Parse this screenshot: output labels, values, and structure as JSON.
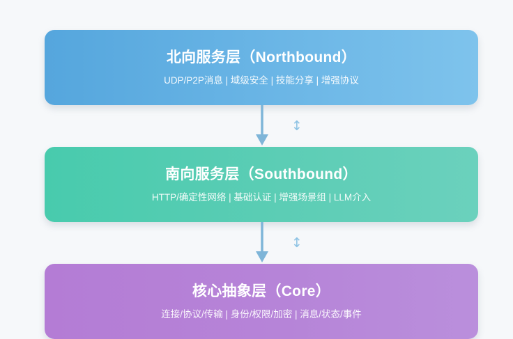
{
  "diagram": {
    "background_color": "#f6f8fa",
    "layers": [
      {
        "id": "northbound",
        "title": "北向服务层（Northbound）",
        "subtitle": "UDP/P2P消息 | 域级安全 | 技能分享 | 增强协议",
        "color_start": "#55a6dd",
        "color_end": "#7ec3ec"
      },
      {
        "id": "southbound",
        "title": "南向服务层（Southbound）",
        "subtitle": "HTTP/确定性网络 | 基础认证 | 增强场景组 | LLM介入",
        "color_start": "#48cbad",
        "color_end": "#6bd1bd"
      },
      {
        "id": "core",
        "title": "核心抽象层（Core）",
        "subtitle": "连接/协议/传输 | 身份/权限/加密 | 消息/状态/事件",
        "color_start": "#b47cd5",
        "color_end": "#ba8fdc"
      }
    ],
    "connectors": [
      {
        "id": "northbound-to-southbound",
        "glyph": "↕",
        "color": "#7eb5d8"
      },
      {
        "id": "southbound-to-core",
        "glyph": "↕",
        "color": "#7eb5d8"
      }
    ]
  }
}
